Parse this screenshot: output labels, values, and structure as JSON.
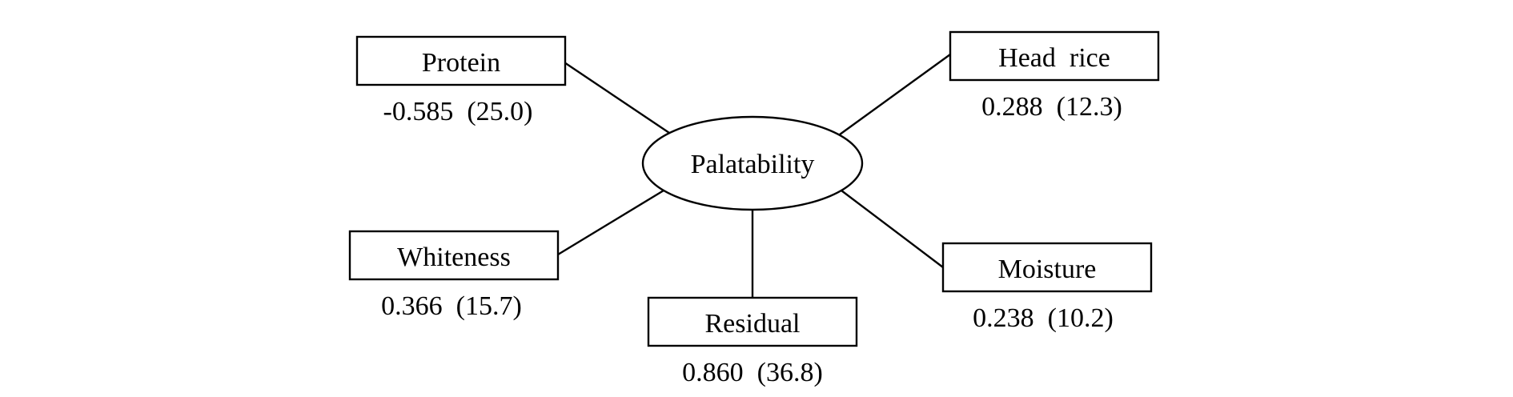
{
  "diagram": {
    "center": {
      "label": "Palatability"
    },
    "nodes": {
      "protein": {
        "label": "Protein",
        "value": "-0.585  (25.0)"
      },
      "whiteness": {
        "label": "Whiteness",
        "value": "0.366  (15.7)"
      },
      "residual": {
        "label": "Residual",
        "value": "0.860  (36.8)"
      },
      "head_rice": {
        "label": "Head  rice",
        "value": "0.288  (12.3)"
      },
      "moisture": {
        "label": "Moisture",
        "value": "0.238  (10.2)"
      }
    }
  }
}
